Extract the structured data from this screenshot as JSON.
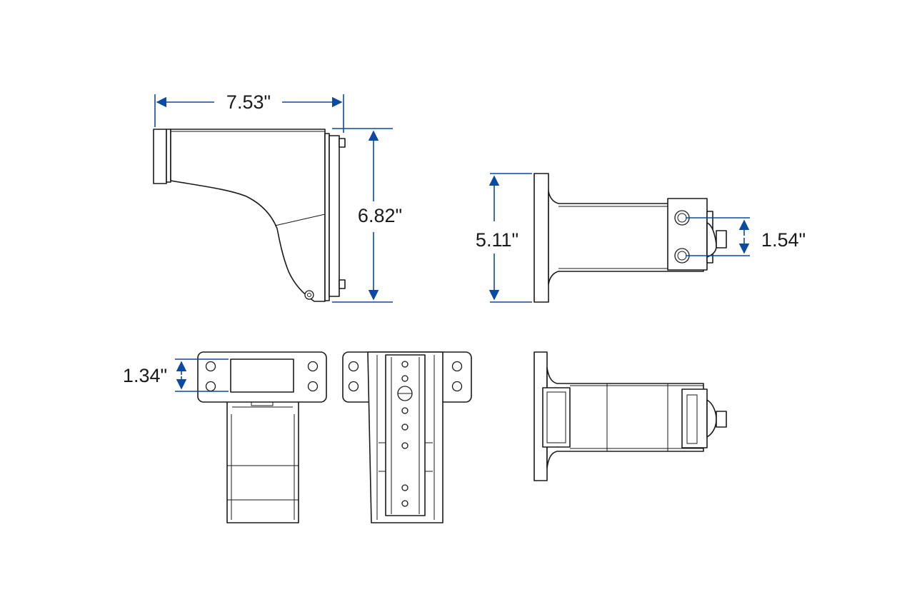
{
  "dimensions": {
    "width": "7.53\"",
    "height": "6.82\"",
    "side_height": "5.11\"",
    "hole_spacing_side": "1.54\"",
    "hole_spacing_plate": "1.34\""
  },
  "colors": {
    "dimension_line": "#0b4aa2",
    "outline": "#1a1a1a",
    "background": "#ffffff"
  }
}
